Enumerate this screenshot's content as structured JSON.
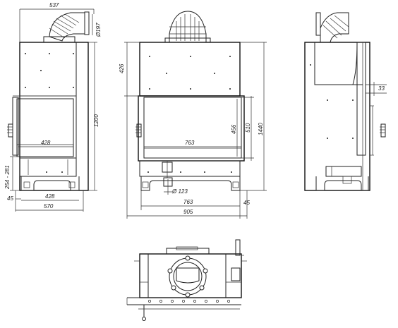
{
  "side_view": {
    "dims": {
      "depth_top": "537",
      "flue_diameter": "Ø197",
      "height_total": "1200",
      "inner_width": "428",
      "leg_height": "254 - 281",
      "foot_offset": "45",
      "base_width": "428",
      "depth_bottom": "570"
    }
  },
  "front_view": {
    "dims": {
      "top_height": "426",
      "opening_height": "456",
      "glass_height": "510",
      "total_height": "1440",
      "glass_width": "763",
      "air_diameter": "Ø 123",
      "base_width": "763",
      "side_offset": "45",
      "total_width": "905"
    }
  },
  "right_view": {
    "dims": {
      "side_thickness": "33"
    }
  },
  "colors": {
    "line": "#222222",
    "background": "#ffffff"
  }
}
